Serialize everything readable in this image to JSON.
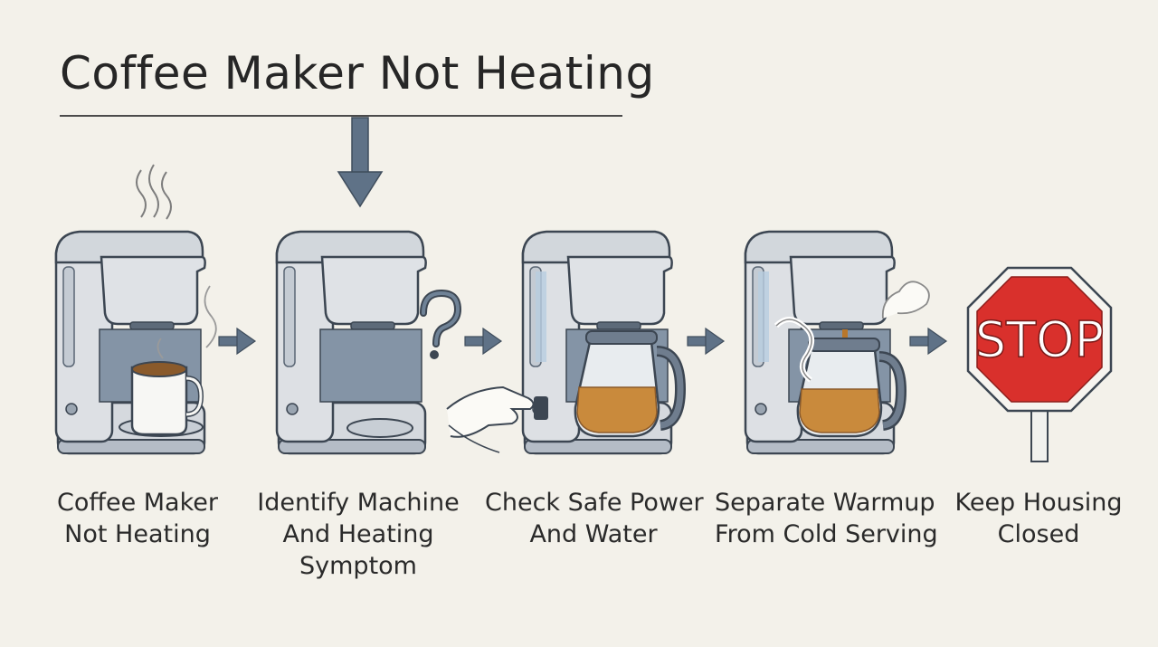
{
  "title": "Coffee Maker Not Heating",
  "stop_sign_text": "STOP",
  "steps": [
    {
      "lines": [
        "Coffee Maker",
        "Not Heating"
      ],
      "icon": "steaming-mug-coffee-maker-icon"
    },
    {
      "lines": [
        "Identify Machine",
        "And Heating",
        "Symptom"
      ],
      "icon": "question-mark-icon"
    },
    {
      "lines": [
        "Check Safe Power",
        "And Water"
      ],
      "icon": "power-switch-hand-icon"
    },
    {
      "lines": [
        "Separate Warmup",
        "From Cold Serving"
      ],
      "icon": "steam-carafe-icon"
    },
    {
      "lines": [
        "Keep Housing",
        "Closed"
      ],
      "icon": "stop-sign-icon"
    }
  ],
  "colors": {
    "background": "#f3f1ea",
    "machine_body": "#d7dbe0",
    "machine_shadow": "#6f7d8e",
    "arrow": "#5f7287",
    "coffee": "#c98a3c",
    "stop_red": "#d9302c"
  }
}
